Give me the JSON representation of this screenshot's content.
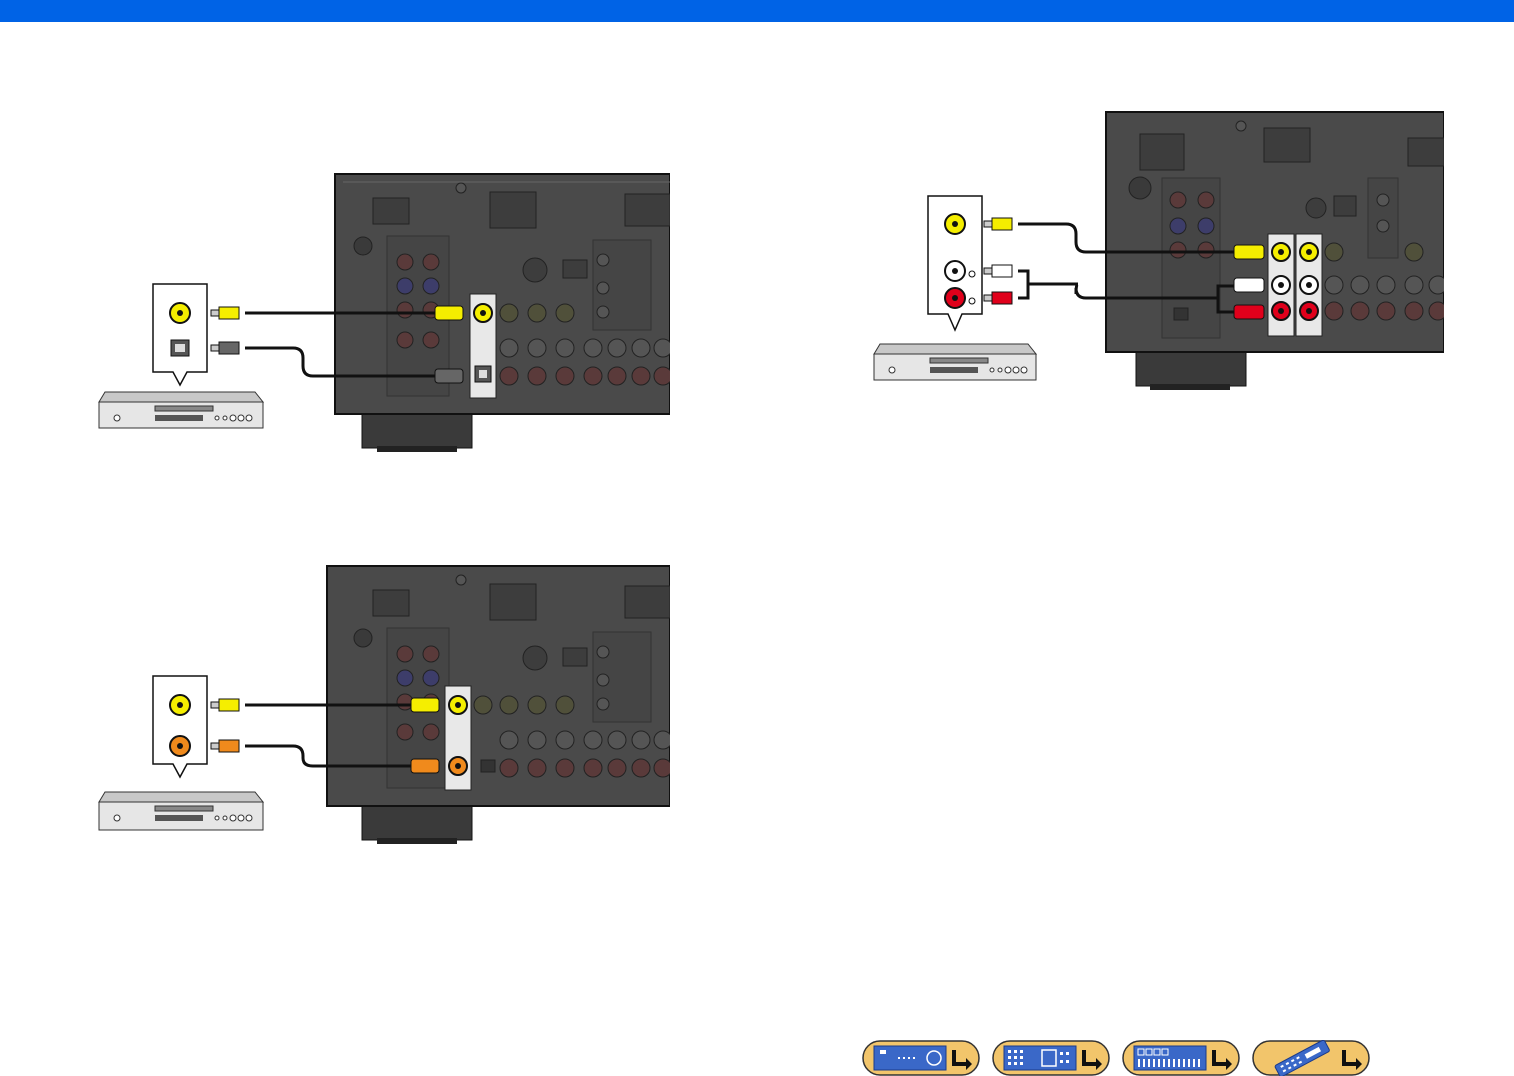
{
  "header": {
    "bar_color": "#0063e6"
  },
  "diagrams": [
    {
      "name": "connection-diagram-video-optical",
      "cables": [
        "video-cable-yellow",
        "optical-cable"
      ]
    },
    {
      "name": "connection-diagram-video-coaxial",
      "cables": [
        "video-cable-yellow",
        "coaxial-cable-orange"
      ]
    },
    {
      "name": "connection-diagram-video-analog-audio",
      "cables": [
        "video-cable-yellow",
        "audio-cable-white",
        "audio-cable-red"
      ]
    }
  ],
  "colors": {
    "panel": "#4a4a4a",
    "video": "#f5ee00",
    "coaxial": "#f08a1c",
    "audio_left": "#ffffff",
    "audio_right": "#e0001b",
    "nav_button": "#f2c56b"
  },
  "nav": {
    "buttons": [
      {
        "name": "front-panel-nav-button",
        "icon": "receiver-front-icon"
      },
      {
        "name": "display-nav-button",
        "icon": "front-display-icon"
      },
      {
        "name": "rear-panel-nav-button",
        "icon": "receiver-rear-icon"
      },
      {
        "name": "remote-control-nav-button",
        "icon": "remote-control-icon"
      }
    ],
    "arrow_icon": "return-arrow-icon"
  }
}
